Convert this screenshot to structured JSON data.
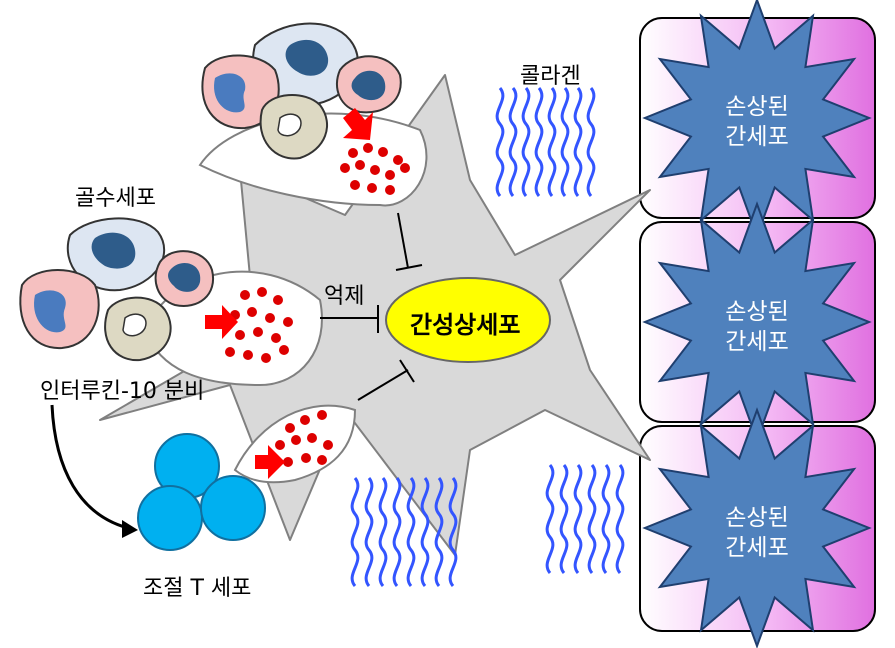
{
  "labels": {
    "collagen": "콜라겐",
    "bone_marrow_cells": "골수세포",
    "inhibition": "억제",
    "hepatic_stellate_cell": "간성상세포",
    "il10_secretion": "인터루킨-10 분비",
    "regulatory_t_cell": "조절 T 세포"
  },
  "damaged_hepatocytes": [
    {
      "line1": "손상된",
      "line2": "간세포"
    },
    {
      "line1": "손상된",
      "line2": "간세포"
    },
    {
      "line1": "손상된",
      "line2": "간세포"
    }
  ],
  "colors": {
    "stellate_cell": "#d9d9d9",
    "nucleus": "#ffff00",
    "collagen": "#3355ff",
    "cytokine_dots": "#dd0000",
    "arrows": "#ff0000",
    "t_cell": "#00b0f0",
    "hepatocyte_box": "#ee88ee",
    "hepatocyte_star": "#4f81bd"
  }
}
